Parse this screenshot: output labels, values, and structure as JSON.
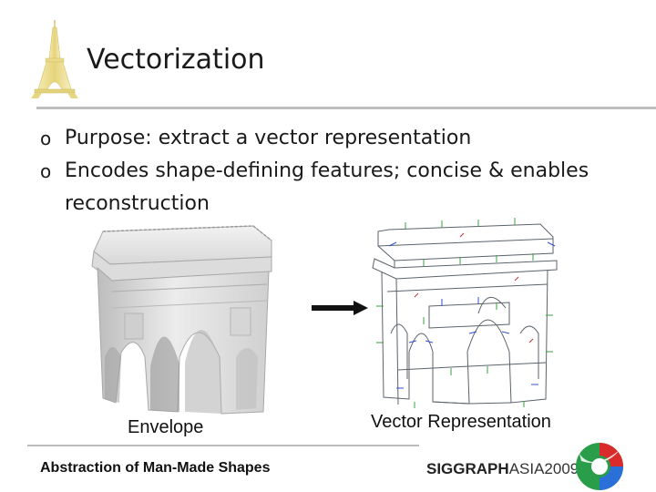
{
  "slide": {
    "title": "Vectorization",
    "bullets": [
      {
        "mark": "o",
        "text": "Purpose: extract a vector representation"
      },
      {
        "mark": "o",
        "text": "Encodes shape-defining features; concise  &  enables reconstruction"
      }
    ],
    "captions": {
      "left": "Envelope",
      "right": "Vector Representation"
    },
    "footer": {
      "text": "Abstraction of Man-Made Shapes",
      "brand_bold": "SIGGRAPH",
      "brand_light": "ASIA2009"
    }
  },
  "icons": [
    "eiffel-tower-icon",
    "arrow-right-icon",
    "siggraph-logo-icon"
  ],
  "colors": {
    "divider": "#bfbfbf",
    "tower": "#e8d880",
    "mesh": "#d8d8d8",
    "vector_lines": "#606870",
    "vector_normals_green": "#3aa040",
    "vector_normals_blue": "#3050d0"
  }
}
